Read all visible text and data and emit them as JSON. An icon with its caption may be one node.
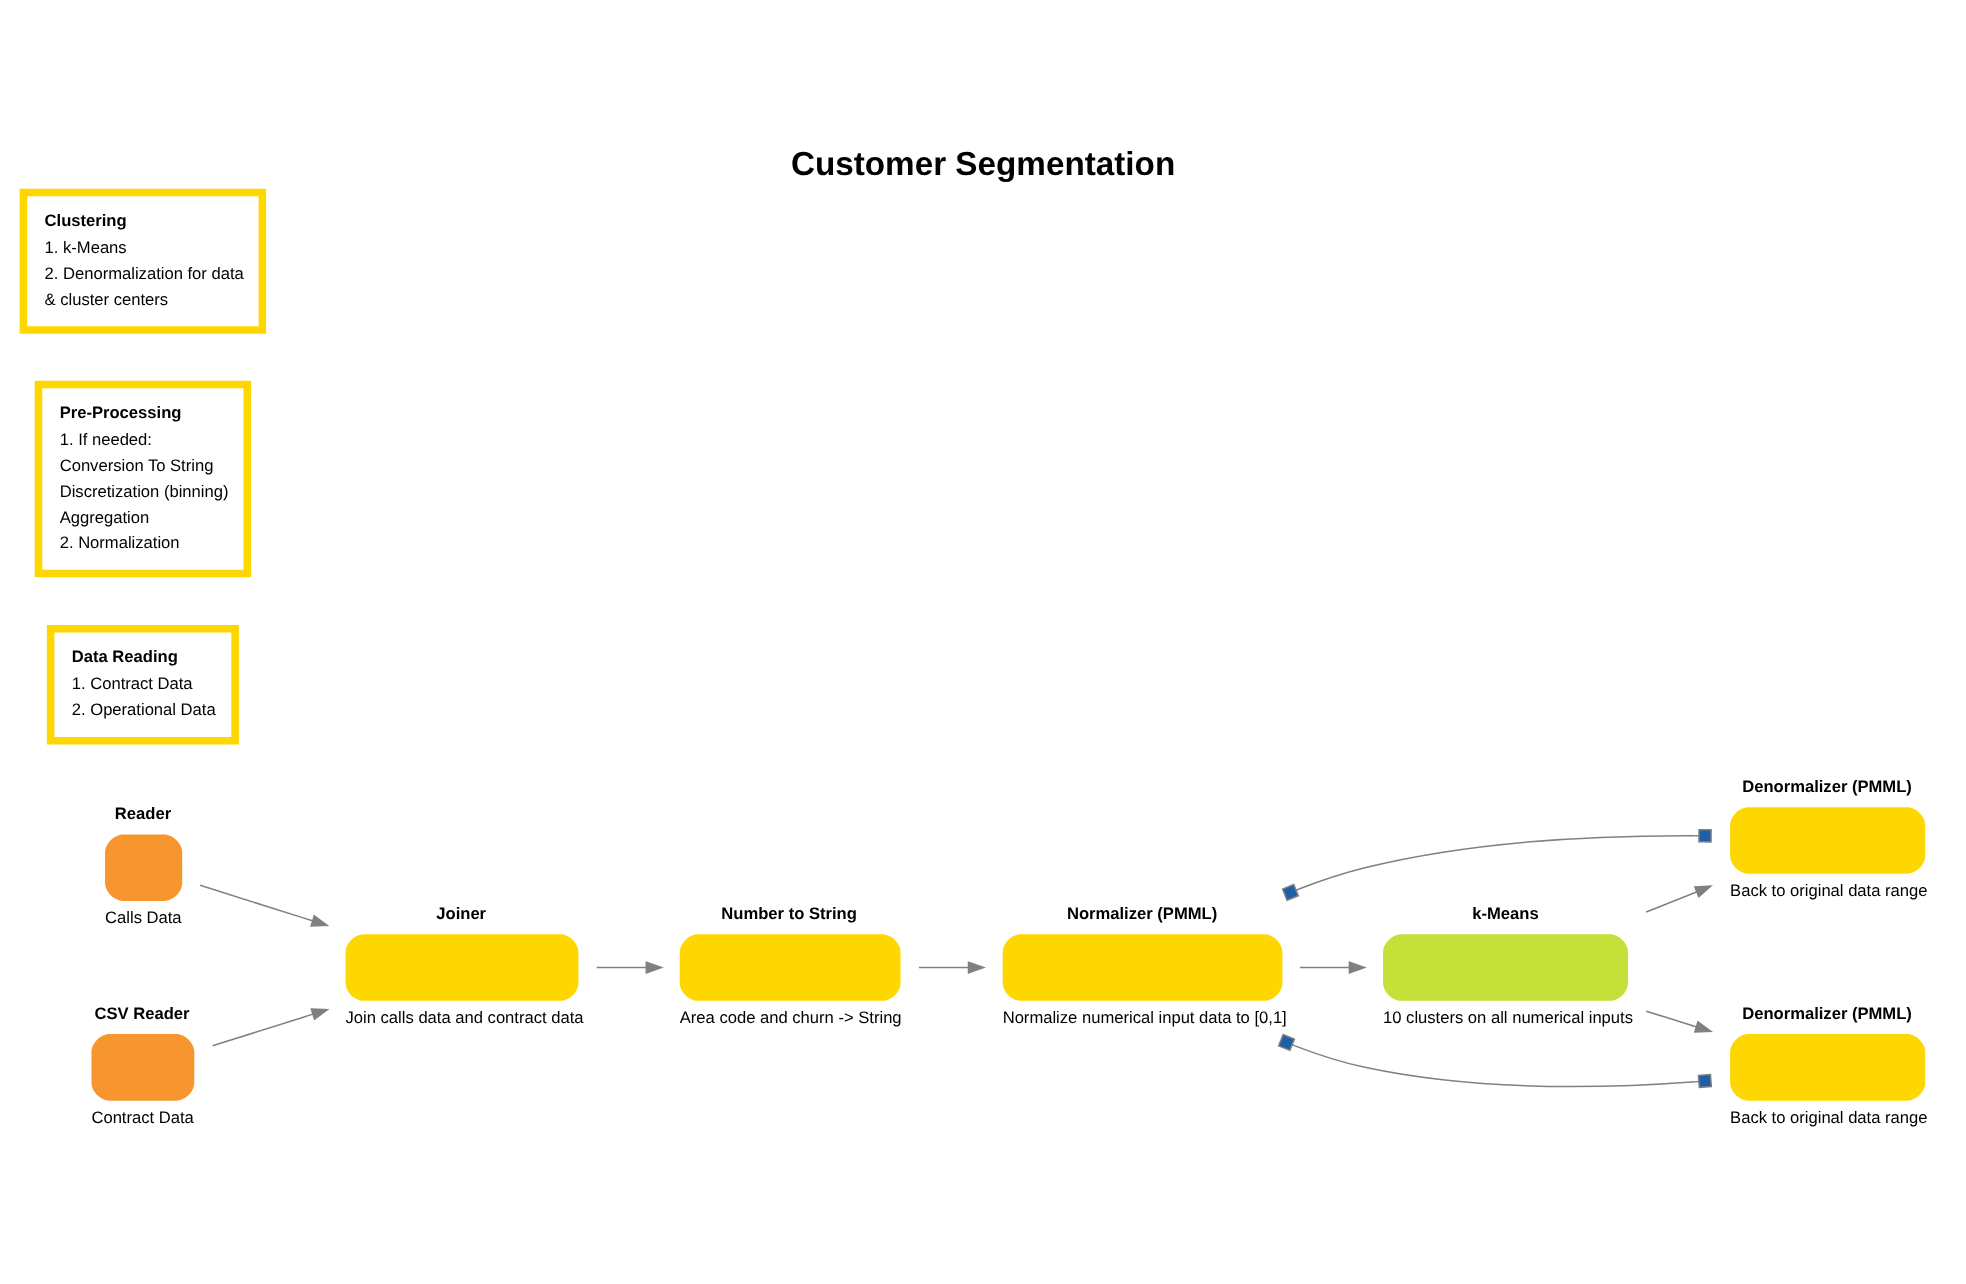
{
  "diagram": {
    "title": "Customer Segmentation",
    "nodes": [
      {
        "text": [
          "Reader"
        ],
        "beside": [
          "Calls Data"
        ]
      },
      {
        "text": [
          "CSV Reader"
        ],
        "beside": [
          "Contract Data"
        ]
      },
      {
        "text": [
          "Joiner"
        ],
        "beside": [
          "Join calls data and contract data"
        ]
      },
      {
        "text": [
          "Number to String"
        ],
        "beside": [
          "Area code and churn -> String"
        ]
      },
      {
        "text": [
          "Normalizer (PMML)"
        ],
        "beside": [
          "Normalize numerical input data to [0,1]"
        ]
      },
      {
        "text": [
          "k-Means"
        ],
        "beside": [
          "10 clusters on all numerical inputs"
        ]
      },
      {
        "text": [
          "Denormalizer (PMML)"
        ],
        "beside": [
          "Back to original data range"
        ]
      },
      {
        "text": [
          "Denormalizer (PMML)"
        ],
        "beside": [
          "Back to original data range"
        ]
      },
      {
        "text": [
          "Data Reading",
          "1. Contract Data",
          "2. Operational Data"
        ]
      },
      {
        "text": [
          "Pre-Processing",
          "1. If needed:",
          "Conversion To String",
          "Discretization (binning)",
          "Aggregation",
          "2. Normalization"
        ]
      },
      {
        "text": [
          "Clustering",
          "1. k-Means",
          "2. Denormalization for data",
          "& cluster centers"
        ]
      }
    ],
    "edges": [
      {
        "from": 0,
        "to": 2,
        "arrow": "to"
      },
      {
        "from": 1,
        "to": 2,
        "arrow": "to"
      },
      {
        "from": 2,
        "to": 3,
        "arrow": "to"
      },
      {
        "from": 3,
        "to": 4,
        "arrow": "to"
      },
      {
        "from": 4,
        "to": 5,
        "arrow": "to"
      },
      {
        "from": 4,
        "to": 6,
        "arrow": "other"
      },
      {
        "from": 4,
        "to": 7,
        "arrow": "other"
      },
      {
        "from": 5,
        "to": 6,
        "arrow": "to"
      },
      {
        "from": 5,
        "to": 7,
        "arrow": "to"
      }
    ]
  }
}
